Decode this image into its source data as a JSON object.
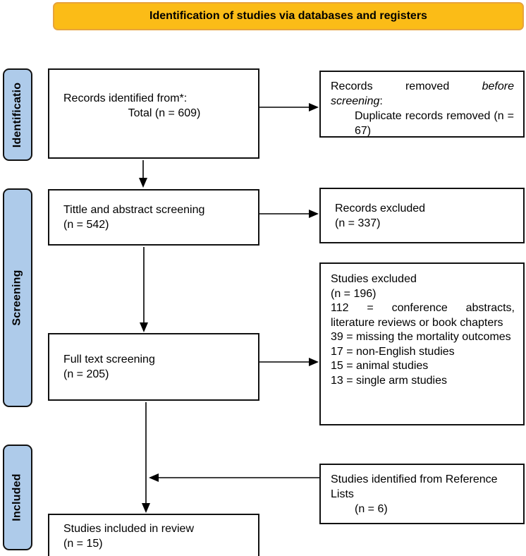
{
  "banner": {
    "title": "Identification of studies via databases and registers"
  },
  "stages": {
    "identification": "Identificatio",
    "screening": "Screening",
    "included": "Included"
  },
  "boxes": {
    "records_identified": {
      "line1": "Records identified from*:",
      "line2": "Total (n = 609)"
    },
    "records_removed": {
      "line1_regular": "Records removed",
      "line1_italic": "before",
      "line2_italic": "screening",
      "line2_colon": ":",
      "detail": "Duplicate records removed (n = 67)"
    },
    "title_abstract_screening": {
      "line1": "Tittle and abstract screening",
      "line2": "(n = 542)"
    },
    "records_excluded": {
      "line1": "Records excluded",
      "line2": "(n = 337)"
    },
    "full_text_screening": {
      "line1": "Full text screening",
      "line2": "(n = 205)"
    },
    "studies_excluded": {
      "line1": "Studies excluded",
      "line2": "(n = 196)",
      "reasons": [
        "112 = conference abstracts, literature reviews or book chapters",
        "39 = missing the mortality outcomes",
        "17 = non-English studies",
        "15 = animal studies",
        "13 = single arm studies"
      ]
    },
    "reference_lists": {
      "line1": "Studies identified from Reference Lists",
      "line2": "(n = 6)"
    },
    "studies_included": {
      "line1": "Studies included in review",
      "line2": "(n = 15)"
    }
  },
  "colors": {
    "banner_fill": "#FBBC17",
    "banner_border": "#E7A33C",
    "stage_fill": "#AECBEA",
    "line_color": "#000000"
  }
}
